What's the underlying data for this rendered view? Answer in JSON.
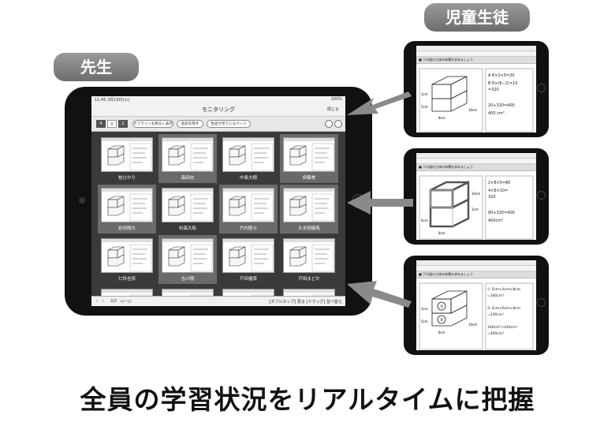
{
  "labels": {
    "teacher": "先生",
    "student": "児童生徒"
  },
  "caption": "全員の学習状況をリアルタイムに把握",
  "teacher_app": {
    "status_time": "11:45  3月19日(火)",
    "status_battery": "100%",
    "title": "モニタリング",
    "close": "閉じる",
    "counters": [
      "4",
      "0",
      "2"
    ],
    "buttons": [
      "オフラインも明るく表示",
      "名前を隠す",
      "生徒が見ているページ"
    ],
    "students": [
      "桂ひかり",
      "森田向",
      "中島大翔",
      "伊藤美",
      "岩田翔大",
      "杉森大和",
      "竹内陸斗",
      "久永翔建馬",
      "仁科吉奈",
      "吉川翔",
      "戸田優菜",
      "戸田まどか"
    ],
    "highlighted": [
      1,
      3,
      4,
      6,
      7,
      9
    ],
    "page_indicator": "2/2",
    "page_label": "ページ",
    "bottom_hint": "[ダブルタップ] 見る [ドラッグ] 並べ替え"
  },
  "student_screens": [
    {
      "question": "■ 下の図の立体の体積を求めましょう",
      "dims": {
        "h1": "3cm",
        "h2": "5cm",
        "w": "8cm",
        "d": "10cm"
      },
      "answer_lines": [
        "A 8×2×5=20",
        "B 8×(6−2)×10",
        "   =320",
        "",
        "20+320=400",
        "400 cm³"
      ]
    },
    {
      "question": "■ 下の図の立体の体積を求めましょう",
      "dims": {
        "h1": "10cm",
        "h2": "3cm",
        "w": "8cm",
        "d": "6cm"
      },
      "answer_lines": [
        "2×8×5=80",
        "4×8×10=",
        "      320",
        "",
        "80+320=400",
        "400cm³"
      ]
    },
    {
      "question": "■ 下の図の立体の体積を求めましょう",
      "dims": {
        "h1": "3cm",
        "h2": "5cm",
        "w": "8cm",
        "d": "10cm"
      },
      "answer_lines": [
        "① 5cm×4cm×8cm",
        "  =160cm³",
        "",
        "② 5cm×6cm×8cm",
        "  =240cm³",
        "",
        "160cm³+240cm³",
        "  =400cm³"
      ]
    }
  ]
}
